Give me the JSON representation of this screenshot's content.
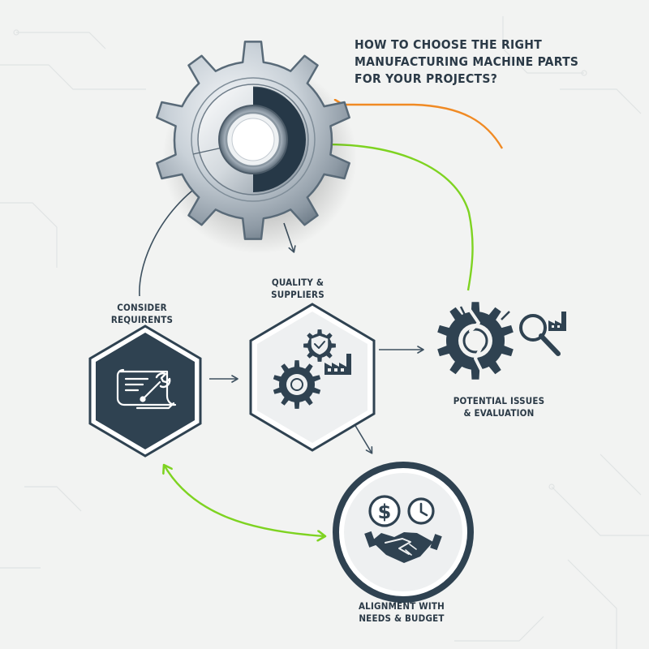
{
  "title": {
    "line1": "HOW TO CHOOSE THE RIGHT",
    "line2": "MANUFACTURING MACHINE PARTS",
    "line3": "FOR YOUR PROJECTS?"
  },
  "steps": {
    "consider": {
      "line1": "CONSIDER",
      "line2": "REQUIRENTS",
      "icon": "blueprint-wrench-icon"
    },
    "quality": {
      "line1": "QUALITY &",
      "line2": "SUPPLIERS",
      "icon": "gears-shield-factory-icon"
    },
    "issues": {
      "line1": "POTENTIAL ISSUES",
      "line2": "& EVALUATION",
      "icon": "broken-gear-magnifier-icon"
    },
    "alignment": {
      "line1": "ALIGNMENT WITH",
      "line2": "NEEDS & BUDGET",
      "icon": "dollar-clock-handshake-icon"
    }
  },
  "colors": {
    "dark_navy": "#2f4251",
    "arrow_gray": "#3e5160",
    "accent_green": "#7ed321",
    "accent_orange": "#f08a24",
    "background": "#f2f3f2",
    "circuit_lines": "#e0e3e4"
  }
}
